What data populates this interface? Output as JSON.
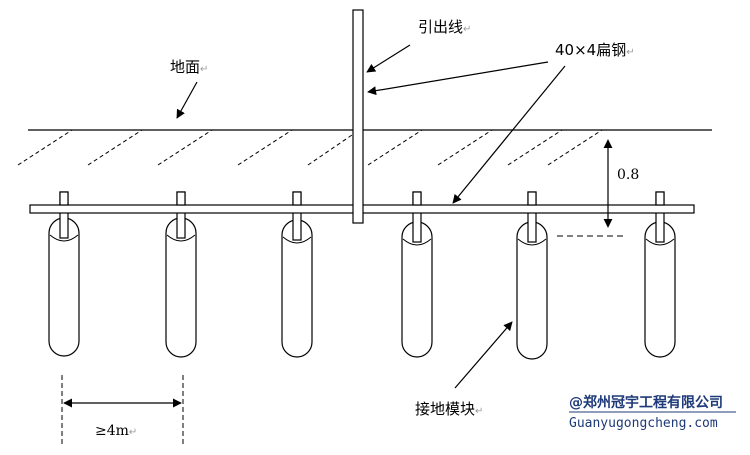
{
  "labels": {
    "lead_wire": "引出线",
    "ground": "地面",
    "flat_steel": "40×4扁钢",
    "depth": "0.8",
    "spacing": "≥4m",
    "module": "接地模块"
  },
  "mark": "↵",
  "watermark": {
    "line1": "@郑州冠宇工程有限公司",
    "line2": "Guanyugongcheng.com"
  },
  "module_count": 6
}
